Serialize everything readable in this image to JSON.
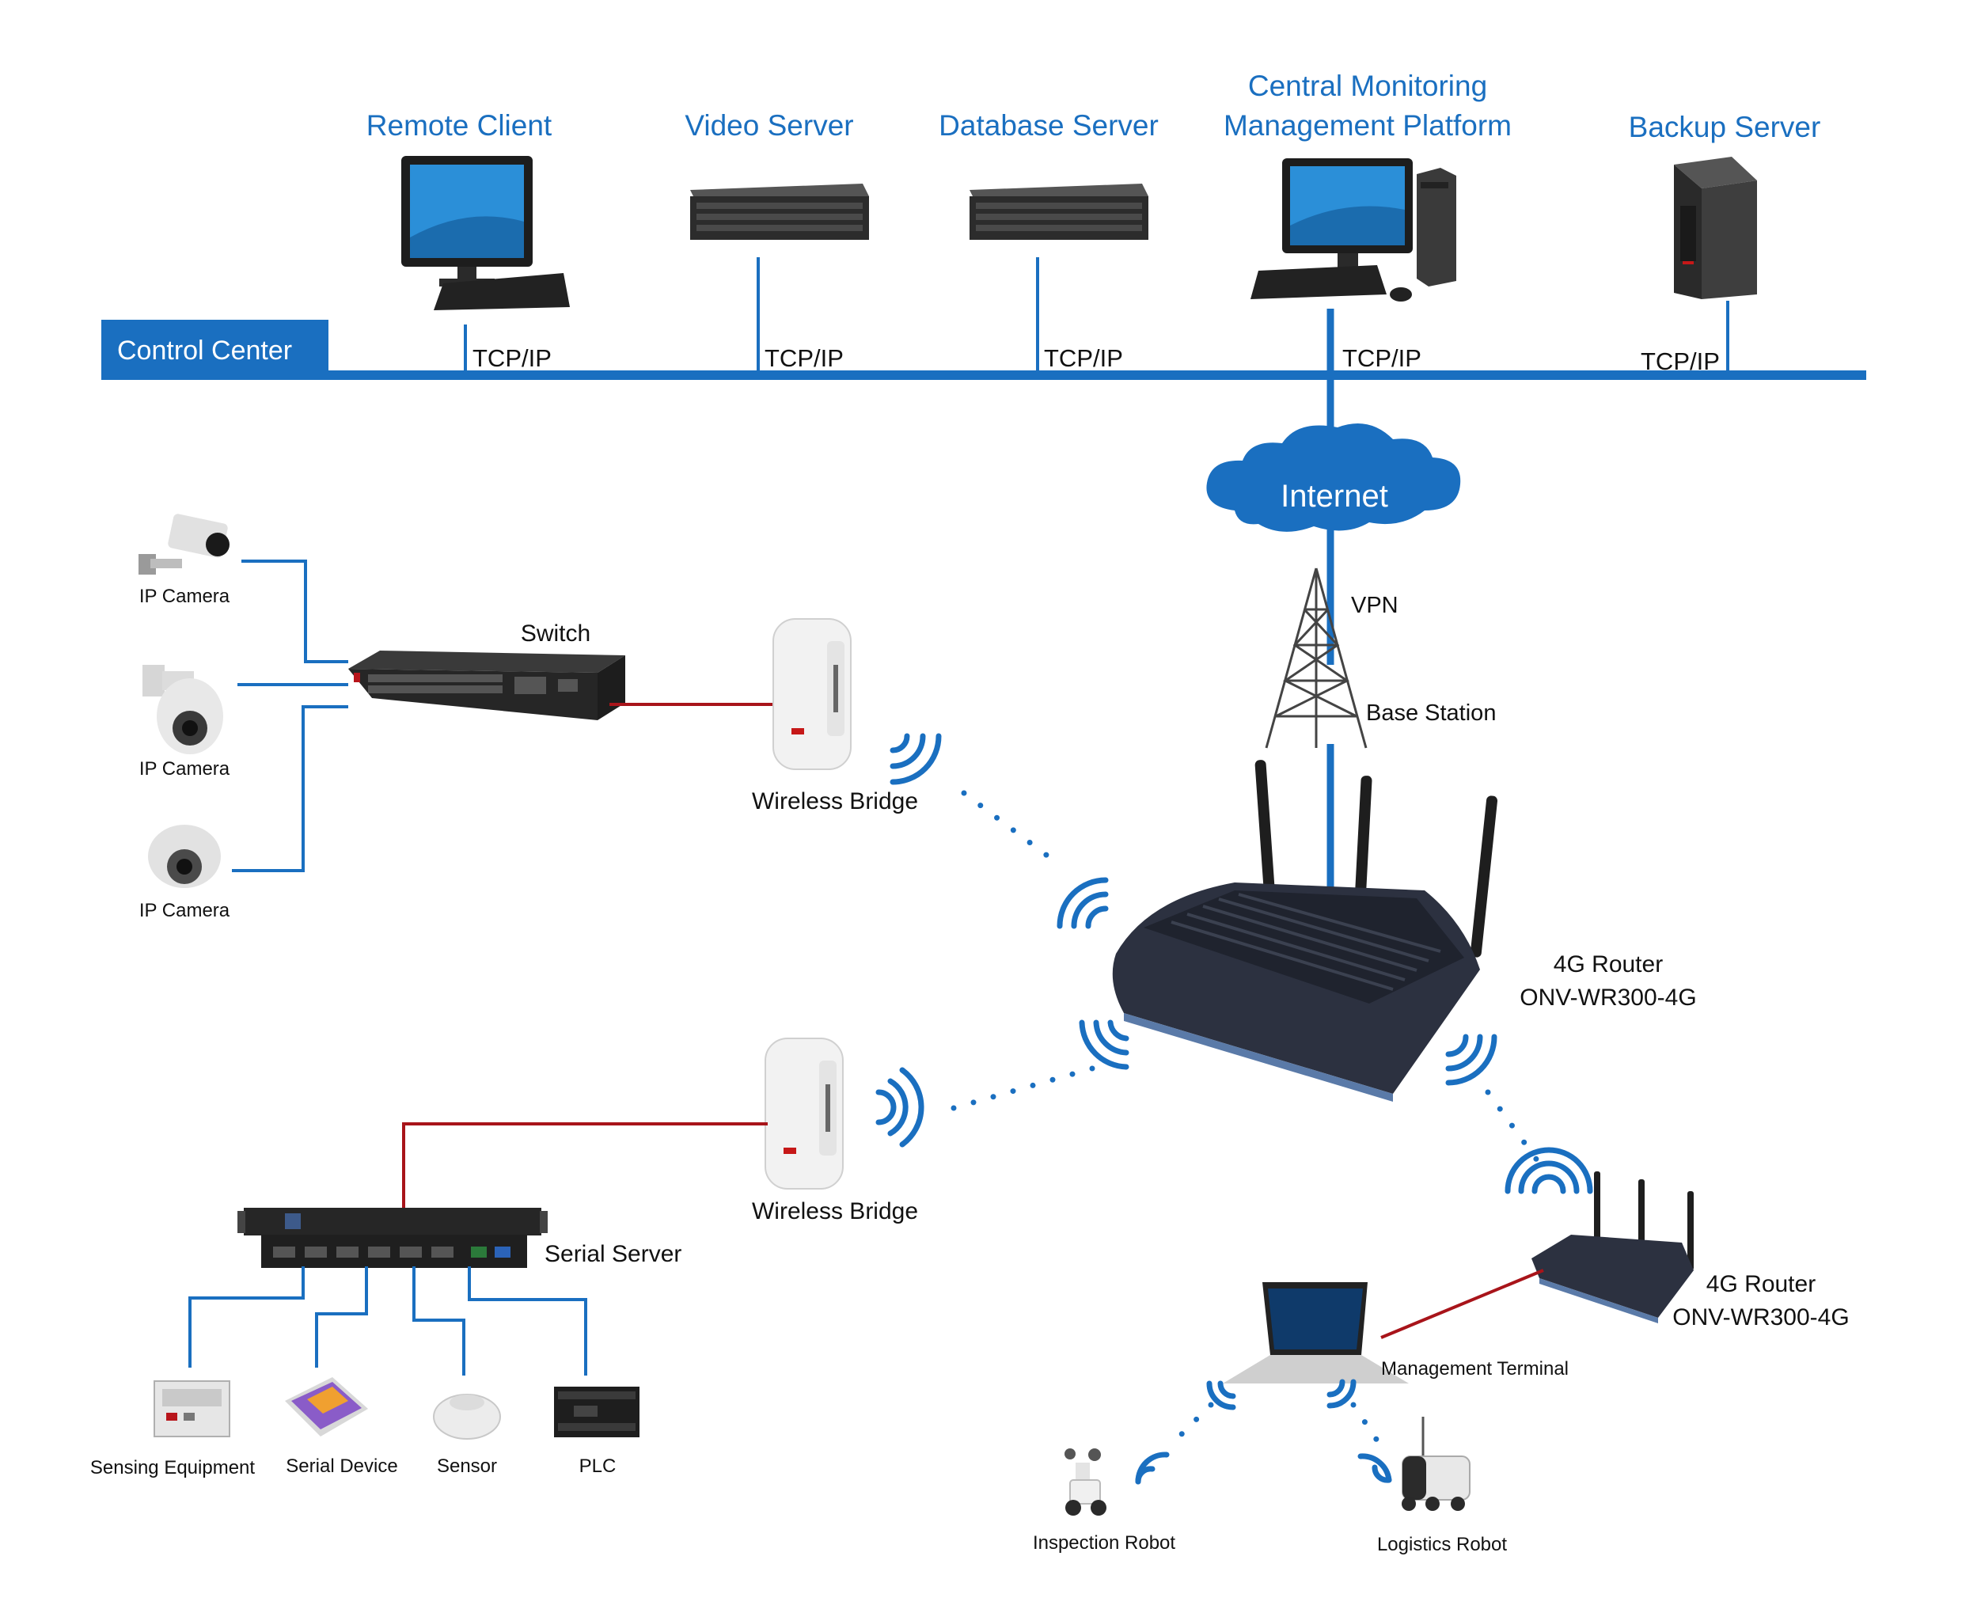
{
  "control_center": {
    "label": "Control Center"
  },
  "servers": [
    {
      "name": "Remote Client",
      "link": "TCP/IP"
    },
    {
      "name": "Video Server",
      "link": "TCP/IP"
    },
    {
      "name": "Database Server",
      "link": "TCP/IP"
    },
    {
      "name_line1": "Central Monitoring",
      "name_line2": "Management Platform",
      "link": "TCP/IP"
    },
    {
      "name": "Backup Server",
      "link": "TCP/IP"
    }
  ],
  "internet": {
    "label": "Internet"
  },
  "vpn": {
    "label": "VPN"
  },
  "base_station": {
    "label": "Base Station"
  },
  "cameras": [
    {
      "label": "IP Camera"
    },
    {
      "label": "IP Camera"
    },
    {
      "label": "IP Camera"
    }
  ],
  "switch": {
    "label": "Switch"
  },
  "bridges": [
    {
      "label": "Wireless Bridge"
    },
    {
      "label": "Wireless Bridge"
    }
  ],
  "main_router": {
    "line1": "4G Router",
    "line2": "ONV-WR300-4G"
  },
  "serial_server": {
    "label": "Serial Server"
  },
  "serial_devices": [
    {
      "label": "Sensing Equipment"
    },
    {
      "label": "Serial Device"
    },
    {
      "label": "Sensor"
    },
    {
      "label": "PLC"
    }
  ],
  "remote_router": {
    "line1": "4G Router",
    "line2": "ONV-WR300-4G"
  },
  "management_terminal": {
    "label": "Management Terminal"
  },
  "robots": [
    {
      "label": "Inspection Robot"
    },
    {
      "label": "Logistics Robot"
    }
  ],
  "colors": {
    "link_blue": "#1a6fc0",
    "link_red": "#a8141a",
    "title_blue": "#1a6fc0"
  }
}
